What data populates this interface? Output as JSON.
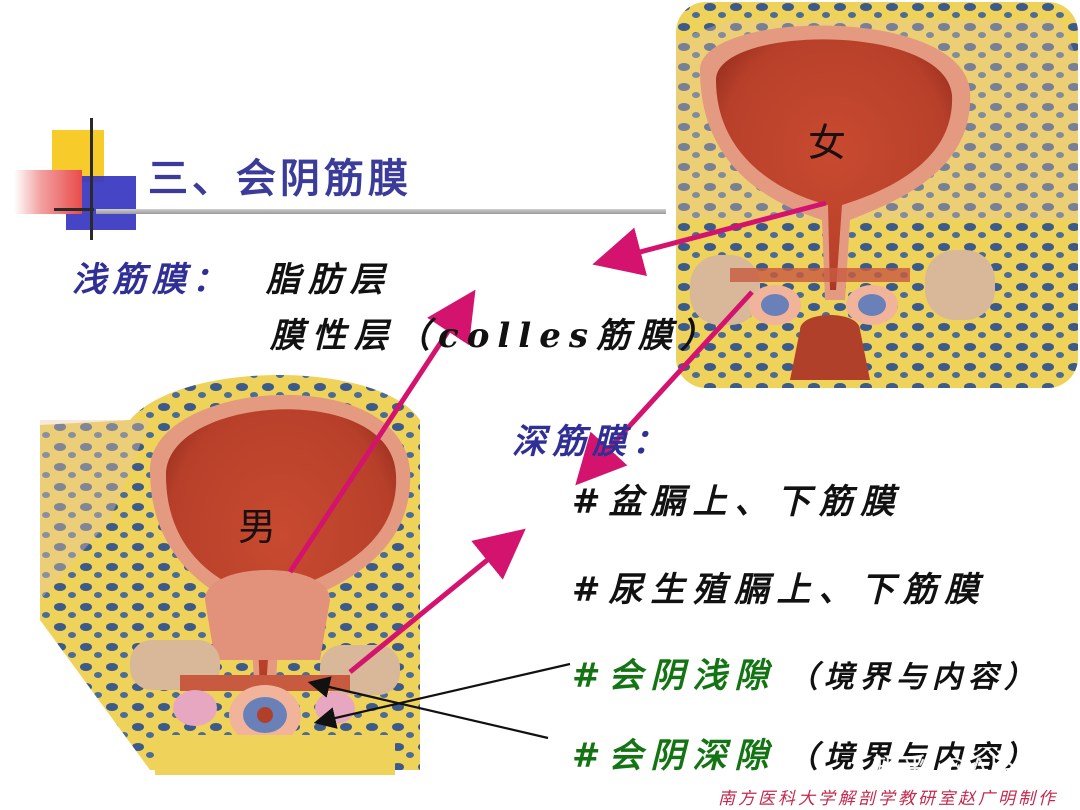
{
  "slide": {
    "title": "三、会阴筋膜",
    "superficial_label": "浅筋膜：",
    "superficial_item1": "脂肪层",
    "superficial_item2": "膜性层（colles筋膜）",
    "deep_label": "深筋膜：",
    "deep_item1": "#盆膈上、下筋膜",
    "deep_item2": "#尿生殖膈上、下筋膜",
    "space1_label": "#会阴浅隙",
    "space1_note": "（境界与内容）",
    "space2_label": "#会阴深隙",
    "space2_note": "（境界与内容）"
  },
  "figures": {
    "female_label": "女",
    "male_label": "男"
  },
  "watermark": "知乎 @Alaje",
  "footer": "南方医科大学解剖学教研室赵广明制作",
  "colors": {
    "title": "#3b3b9a",
    "arrow_magenta": "#d4136e",
    "arrow_black": "#111111",
    "green_text": "#147414"
  }
}
